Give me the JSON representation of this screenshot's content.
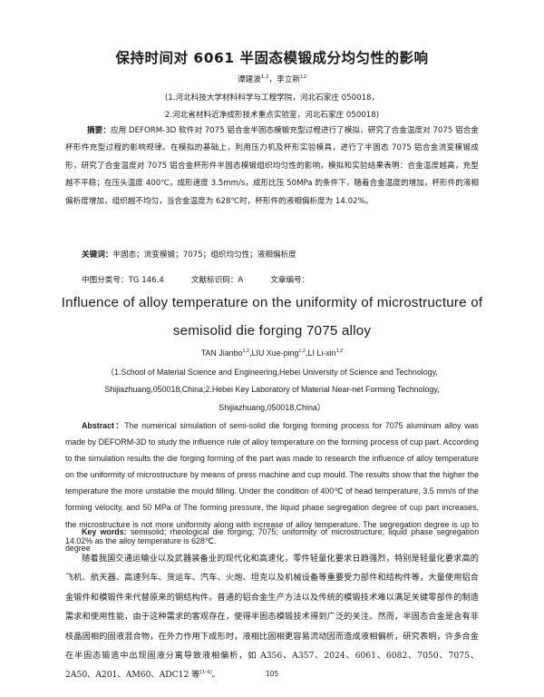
{
  "cn": {
    "title": "保持时间对 6061 半固态模锻成分均匀性的影响",
    "authors": "谭建波",
    "authors_sup1": "1,2",
    "authors_sep": "，李立新",
    "authors_sup2": "12",
    "affil1": "(1.河北科技大学材料科学与工程学院，河北石家庄 050018，",
    "affil2": "2.河北省材料近净成形技术重点实验室，河北石家庄 050018)",
    "abstract_label": "摘要：",
    "abstract_text": "应用 DEFORM-3D 软件对 7075 铝合金半固态模锻充型过程进行了模拟，研究了合金温度对 7075 铝合金杯形件充型过程的影响规律。在模拟的基础上，利用压力机及杯形实验模具，进行了半固态 7075 铝合金流变模锻成形，研究了合金温度对 7075 铝合金杯形件半固态模锻组织均匀性的影响，模拟和实验结果表明：合金温度越高，充型越不平稳；在压头温度 400℃，成形速度 3.5mm/s，成形比压 50MPa 的条件下，随着合金温度的增加，杯形件的液相偏析度增加，组织越不均匀，当合金温度为 628℃时，杯形件的液相偏析度为 14.02%。",
    "keywords_label": "关键词：",
    "keywords_text": "半固态；流变模锻；7075；组织均匀性；液相偏析度",
    "clc": "中图分类号：TG 146.4",
    "doc_code": "文献标识码：A",
    "article_no": "文章编号："
  },
  "en": {
    "title_line1": "Influence of alloy temperature on the uniformity of microstructure of",
    "title_line2": "semisolid die forging 7075 alloy",
    "author1": "TAN Jianbo",
    "author1_sup": "1,2",
    "author2": ",LIU Xue-ping",
    "author2_sup": "1,2",
    "author3": ",LI Li-xin",
    "author3_sup": "1,2",
    "affil_line1": "（1.School of Material Science and Engineering,Hebei University of Science and Technology,",
    "affil_line2": "Shijiazhuang,050018,China;2.Hebei Key Laboratory of Material Near-net Forming Technology,",
    "affil_line3": "Shijiazhuang,050018,China）",
    "abstract_label": "Abstract：",
    "abstract_text": "The numerical simulation of semi-solid die forging forming process for 7075 aluminum alloy was made by DEFORM-3D to study the influence rule of alloy temperature on the forming process of cup part. According to the simulation results the die forging forming of the part was made to research the influence of alloy temperature on the uniformity of microstructure by means of press machine and cup mould. The results show that the higher the temperature the more unstable the mould filling. Under the condition of 400℃ of head temperature, 3.5 mm/s of the forming velocity, and 50 MPa of The forming pressure, the liquid phase segregation degree of cup part increases, the microstructure is not more uniformity along with increase of alloy temperature. The segregation degree is up to 14.02% as the alloy temperature is 628℃.",
    "keywords_label": "Key words:",
    "keywords_text": " semisolid; rheological die forging; 7075; uniformity of microstructure; liquid phase segregation degree"
  },
  "body": {
    "intro_text": "随着我国交通运输业以及武器装备业的现代化和高速化，零件轻量化要求日趋强烈，特别是轻量化要求高的飞机、航天器、高速列车、货运车、汽车、火炮、坦克以及机械设备等重要受力部件和结构件等，大量使用铝合金锻件和模锻件来代替原来的钢结构件。普通的铝合金生产方法以及传统的模锻技术难以满足关键零部件的制造需求和使用性能，由于这种需求的客观存在，使得半固态模锻技术得到广泛的关注。然而，半固态合金是含有非枝晶固相的固液混合物，在外力作用下成形时，液相比固相更容易流动因而造成液相偏析，研究表明，许多合金在半固态锻造中出现固液分离导致液相偏析，如 A356、A357、2024、6061、6082、7050、7075、2A50、A201、AM60、ADC12 等",
    "intro_ref": "[1-4]",
    "intro_end": "。"
  },
  "page_number": "105"
}
